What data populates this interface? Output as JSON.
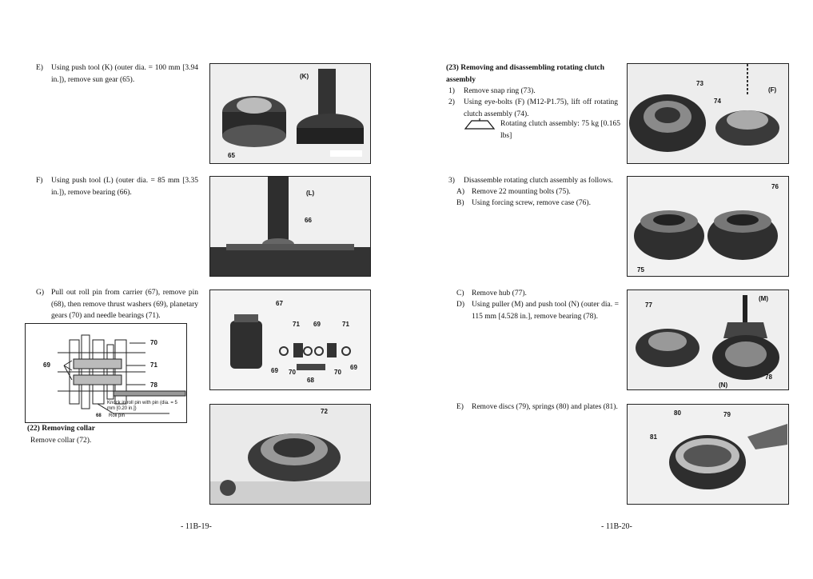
{
  "left": {
    "E": {
      "label": "E)",
      "text": "Using push tool (K) (outer dia. = 100 mm [3.94 in.]), remove sun gear (65)."
    },
    "F": {
      "label": "F)",
      "text": "Using push tool (L) (outer dia. = 85 mm [3.35 in.]), remove bearing (66)."
    },
    "G": {
      "label": "G)",
      "text": "Pull out roll pin from carrier (67), remove pin (68), then remove thrust washers (69), planetary gears (70) and needle bearings (71)."
    },
    "sec22_title": "(22) Removing collar",
    "sec22_text": "Remove collar (72).",
    "diagram_labels": {
      "n70": "70",
      "n71": "71",
      "n69": "69",
      "n78": "78",
      "n68": "68",
      "note": "Knock in roll pin with pin (dia. = 5 mm [0.20 in.])",
      "rollpin": "Roll pin"
    },
    "page_num": "- 11B-19-"
  },
  "right": {
    "sec23_title": "(23) Removing and disassembling rotating clutch assembly",
    "s1": {
      "label": "1)",
      "text": "Remove snap ring (73)."
    },
    "s2": {
      "label": "2)",
      "text": "Using eye-bolts (F) (M12-P1.75), lift off rotating clutch assembly (74)."
    },
    "mass": "Rotating clutch assembly: 75 kg [0.165 lbs]",
    "s3": {
      "label": "3)",
      "text": "Disassemble rotating clutch assembly as follows."
    },
    "A": {
      "label": "A)",
      "text": "Remove 22 mounting bolts (75)."
    },
    "B": {
      "label": "B)",
      "text": "Using forcing screw, remove case (76)."
    },
    "C": {
      "label": "C)",
      "text": "Remove hub (77)."
    },
    "D": {
      "label": "D)",
      "text": "Using puller (M) and push tool (N) (outer dia. = 115 mm [4.528 in.], remove bearing (78)."
    },
    "E": {
      "label": "E)",
      "text": "Remove discs (79), springs (80) and plates (81)."
    },
    "page_num": "- 11B-20-"
  },
  "callouts": {
    "p1": [
      "(K)",
      "65"
    ],
    "p2": [
      "(L)",
      "66"
    ],
    "p3": [
      "67",
      "71",
      "69",
      "71",
      "69",
      "70",
      "68",
      "70",
      "69"
    ],
    "p4": [
      "72"
    ],
    "p5": [
      "73",
      "(F)",
      "74"
    ],
    "p6": [
      "76",
      "75"
    ],
    "p7": [
      "77",
      "(M)",
      "(N)",
      "78"
    ],
    "p8": [
      "80",
      "79",
      "81"
    ]
  }
}
